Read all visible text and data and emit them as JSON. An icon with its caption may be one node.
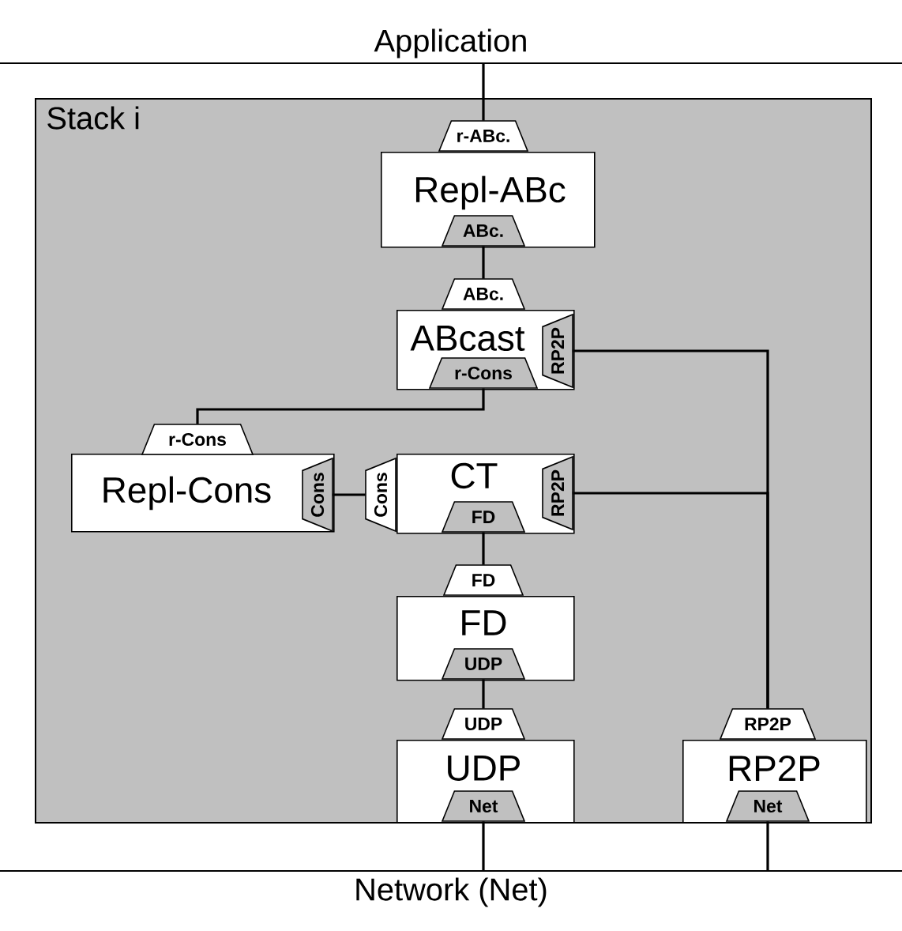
{
  "diagram": {
    "nodes": [
      {
        "text": [
          "Application"
        ]
      },
      {
        "text": [
          "Network (Net)"
        ]
      },
      {
        "text": [
          "Stack i"
        ]
      },
      {
        "text": [
          "Repl-ABc"
        ],
        "in": 2
      },
      {
        "text": [
          "r-ABc."
        ],
        "in": 2
      },
      {
        "text": [
          "ABc."
        ],
        "in": 3
      },
      {
        "text": [
          "ABcast"
        ],
        "in": 2
      },
      {
        "text": [
          "ABc."
        ],
        "in": 2
      },
      {
        "text": [
          "r-Cons"
        ],
        "in": 6
      },
      {
        "text": [
          "RP2P"
        ],
        "in": 6
      },
      {
        "text": [
          "Repl-Cons"
        ],
        "in": 2
      },
      {
        "text": [
          "r-Cons"
        ],
        "in": 2
      },
      {
        "text": [
          "Cons"
        ],
        "in": 10
      },
      {
        "text": [
          "CT"
        ],
        "in": 2
      },
      {
        "text": [
          "Cons"
        ],
        "in": 2
      },
      {
        "text": [
          "RP2P"
        ],
        "in": 13
      },
      {
        "text": [
          "FD"
        ],
        "in": 13
      },
      {
        "text": [
          "FD"
        ],
        "in": 2
      },
      {
        "text": [
          "FD"
        ],
        "in": 2
      },
      {
        "text": [
          "UDP"
        ],
        "in": 17
      },
      {
        "text": [
          "UDP"
        ],
        "in": 2
      },
      {
        "text": [
          "UDP"
        ],
        "in": 2
      },
      {
        "text": [
          "Net"
        ],
        "in": 20
      },
      {
        "text": [
          "RP2P"
        ],
        "in": 2
      },
      {
        "text": [
          "RP2P"
        ],
        "in": 2
      },
      {
        "text": [
          "Net"
        ],
        "in": 23
      }
    ],
    "edges": [
      {
        "from": 0,
        "to": 4,
        "arrow": "none"
      },
      {
        "from": 5,
        "to": 7,
        "arrow": "none"
      },
      {
        "from": 8,
        "to": 11,
        "arrow": "none"
      },
      {
        "from": 9,
        "to": 24,
        "arrow": "none"
      },
      {
        "from": 15,
        "to": 24,
        "arrow": "none"
      },
      {
        "from": 12,
        "to": 14,
        "arrow": "none"
      },
      {
        "from": 16,
        "to": 18,
        "arrow": "none"
      },
      {
        "from": 19,
        "to": 21,
        "arrow": "none"
      },
      {
        "from": 22,
        "to": 1,
        "arrow": "none"
      },
      {
        "from": 25,
        "to": 1,
        "arrow": "none"
      }
    ]
  }
}
